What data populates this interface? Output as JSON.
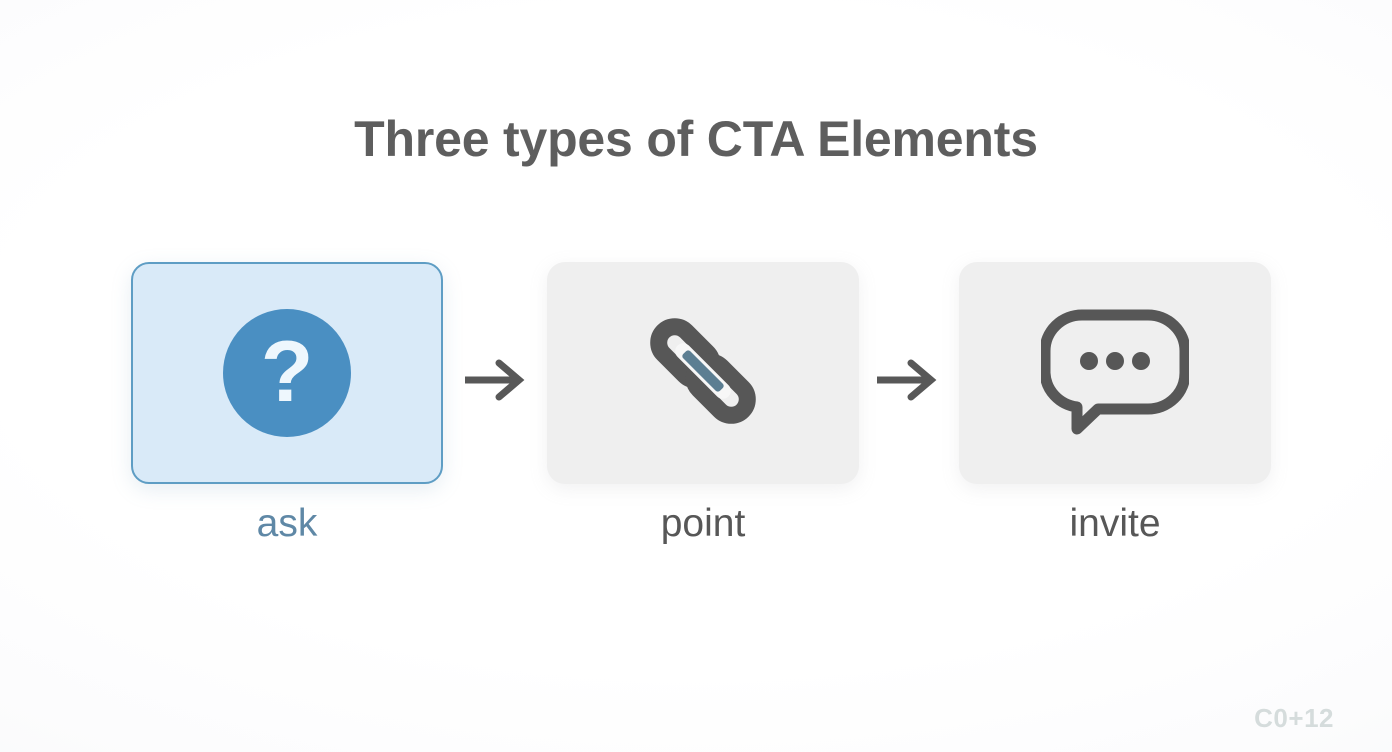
{
  "page": {
    "title": "Three types of CTA Elements",
    "background_color": "#ffffff",
    "title_color": "#5e5e5e",
    "watermark": "C0+12",
    "watermark_color": "#d5dcdc"
  },
  "flow": {
    "arrow_glyph": "→",
    "arrow_color": "#585858",
    "arrows": [
      {
        "name": "arrow-ask-to-point"
      },
      {
        "name": "arrow-point-to-invite"
      }
    ]
  },
  "cards": [
    {
      "id": "ask",
      "label": "ask",
      "icon": "question-mark-circle-icon",
      "state": "active",
      "card_bg": "#d9eaf8",
      "card_border": "#5e9dc4",
      "icon_color": "#4a8fc2",
      "icon_glyph": "?",
      "label_color": "#5f88a6"
    },
    {
      "id": "point",
      "label": "point",
      "icon": "link-chain-icon",
      "state": "idle",
      "card_bg": "#efefef",
      "card_border": "transparent",
      "icon_color": "#575757",
      "icon_accent_color": "#5c7e92",
      "label_color": "#575757"
    },
    {
      "id": "invite",
      "label": "invite",
      "icon": "chat-bubble-dots-icon",
      "state": "idle",
      "card_bg": "#efefef",
      "card_border": "transparent",
      "icon_color": "#575757",
      "label_color": "#575757"
    }
  ]
}
